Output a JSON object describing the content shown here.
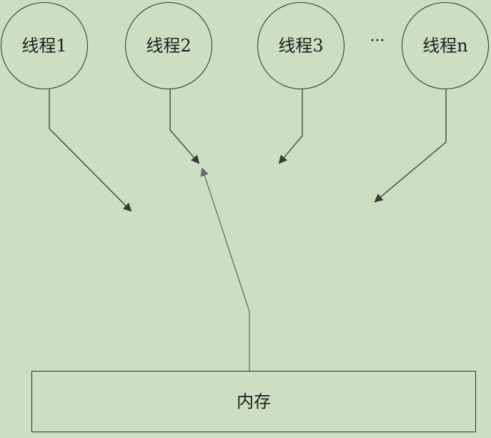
{
  "nodes": [
    {
      "label": "线程1"
    },
    {
      "label": "线程2"
    },
    {
      "label": "线程3"
    },
    {
      "label": "线程n"
    }
  ],
  "ellipsis": "···",
  "memory": {
    "label": "内存"
  },
  "colors": {
    "background": "#cddfc3",
    "stroke": "#2f2f2f",
    "accent_arrow": "#6a6a6a"
  }
}
